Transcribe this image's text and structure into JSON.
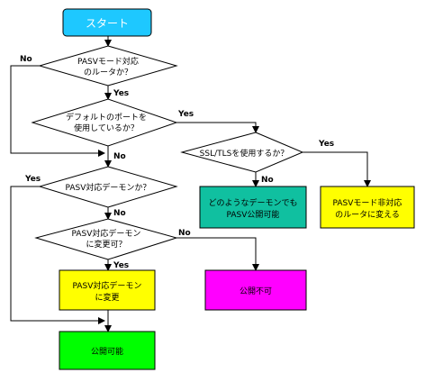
{
  "nodes": {
    "start": {
      "text": "スタート",
      "color": "#1ec8ff"
    },
    "q_pasv_router": {
      "line1": "PASVモード対応",
      "line2": "のルータか？"
    },
    "q_default_port": {
      "line1": "デフォルトのポートを",
      "line2": "使用しているか？"
    },
    "q_ssl_tls": {
      "text": "SSL/TLSを使用するか？"
    },
    "q_pasv_daemon": {
      "text": "PASV対応デーモンか？"
    },
    "q_change_daemon": {
      "line1": "PASV対応デーモン",
      "line2": "に変更可？"
    },
    "box_any_daemon": {
      "line1": "どのようなデーモンでも",
      "line2": "PASV公開可能",
      "color": "#10c0a0"
    },
    "box_change_router": {
      "line1": "PASVモード非対応",
      "line2": "のルータに変える",
      "color": "#ffff00"
    },
    "box_change_daemon": {
      "line1": "PASV対応デーモン",
      "line2": "に変更",
      "color": "#ffff00"
    },
    "box_not_public": {
      "text": "公開不可",
      "color": "#ff00ff"
    },
    "box_public": {
      "text": "公開可能",
      "color": "#00ff00"
    }
  },
  "edge_labels": {
    "no": "No",
    "yes": "Yes"
  }
}
